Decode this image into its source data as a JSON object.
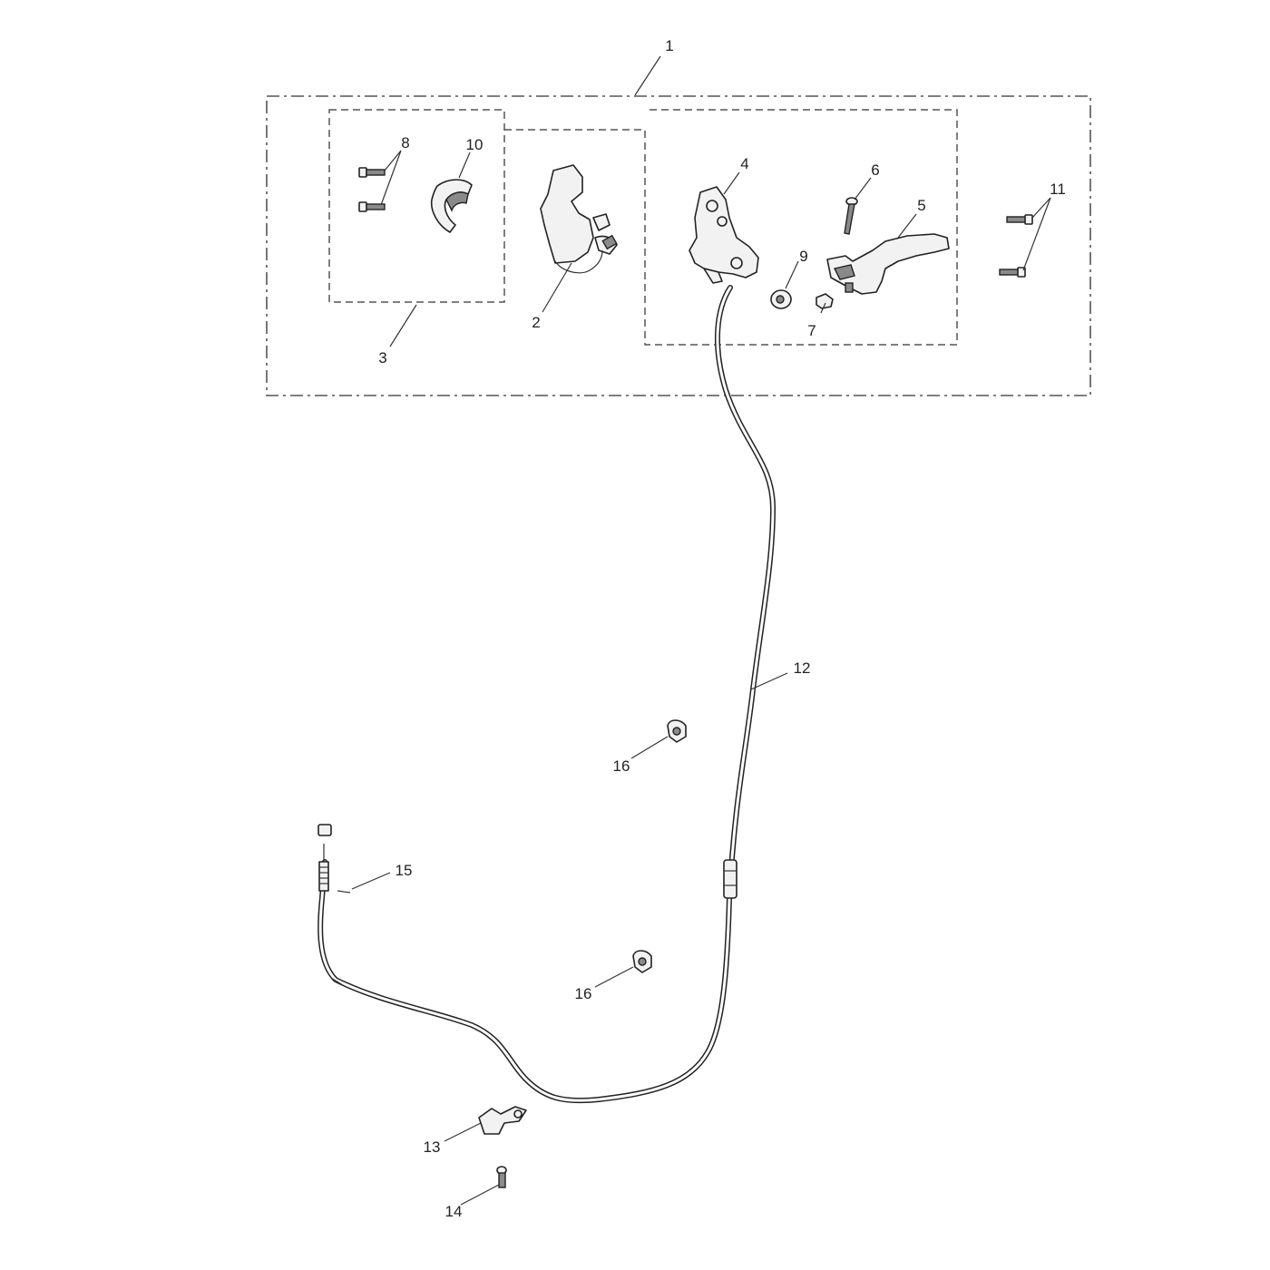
{
  "callouts": [
    {
      "id": "c1",
      "text": "1"
    },
    {
      "id": "c2",
      "text": "2"
    },
    {
      "id": "c3",
      "text": "3"
    },
    {
      "id": "c4",
      "text": "4"
    },
    {
      "id": "c5",
      "text": "5"
    },
    {
      "id": "c6",
      "text": "6"
    },
    {
      "id": "c7",
      "text": "7"
    },
    {
      "id": "c8",
      "text": "8"
    },
    {
      "id": "c9",
      "text": "9"
    },
    {
      "id": "c10",
      "text": "10"
    },
    {
      "id": "c11",
      "text": "11"
    },
    {
      "id": "c12",
      "text": "12"
    },
    {
      "id": "c13",
      "text": "13"
    },
    {
      "id": "c14",
      "text": "14"
    },
    {
      "id": "c15",
      "text": "15"
    },
    {
      "id": "c16a",
      "text": "16"
    },
    {
      "id": "c16b",
      "text": "16"
    }
  ]
}
